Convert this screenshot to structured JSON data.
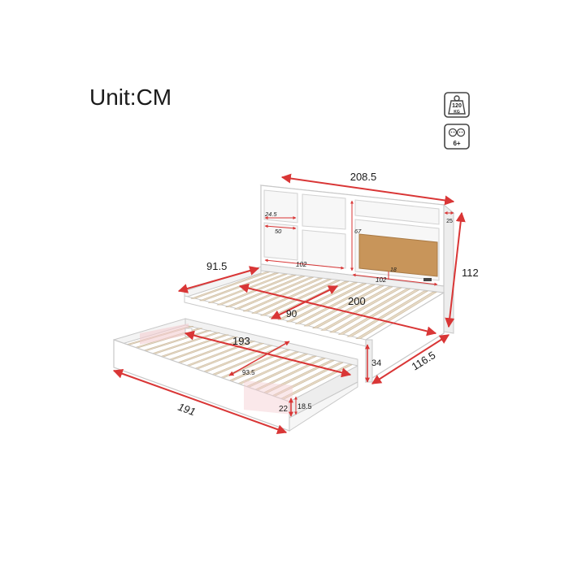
{
  "unit_label": "Unit:CM",
  "badges": {
    "weight_value": "120",
    "weight_unit": "KG",
    "age": "6+",
    "weight_icon": "weight-icon",
    "age_icon": "children-icon"
  },
  "dimensions": {
    "overall_width": "208.5",
    "overall_height": "112",
    "overall_depth": "116.5",
    "shelf_depth_small": "25",
    "cubby_height": "24.5",
    "cubby_width": "50",
    "left_shelf_width": "102",
    "right_shelf_width": "102",
    "right_shelf_height": "67",
    "panel_small": "18",
    "bed_depth": "91.5",
    "mattress_length": "200",
    "mattress_width": "90",
    "trundle_inner_length": "193",
    "trundle_inner_width": "93.5",
    "trundle_outer_length": "191",
    "bed_side_height": "34",
    "trundle_height": "22",
    "trundle_inner_height": "18.5"
  },
  "colors": {
    "dimension_line": "#d93636",
    "frame": "#ffffff",
    "frame_edge": "#c8c8c8",
    "slat": "#e8dccb",
    "cork": "#c8955a"
  }
}
